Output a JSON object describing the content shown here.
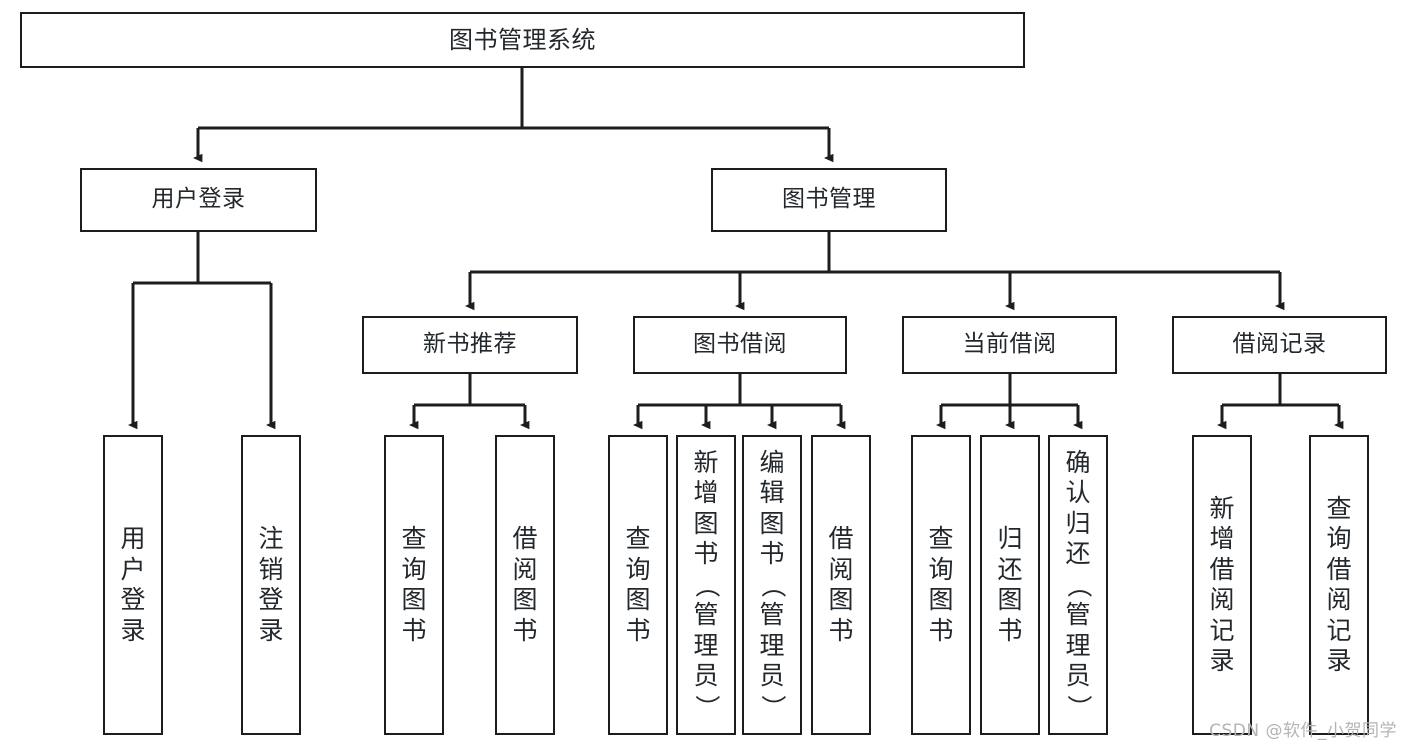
{
  "diagram": {
    "type": "tree",
    "title": "图书管理系统",
    "root": {
      "label": "图书管理系统"
    },
    "level2": [
      {
        "label": "用户登录"
      },
      {
        "label": "图书管理"
      }
    ],
    "level3": [
      {
        "label": "新书推荐"
      },
      {
        "label": "图书借阅"
      },
      {
        "label": "当前借阅"
      },
      {
        "label": "借阅记录"
      }
    ],
    "leaves": {
      "user_login": [
        {
          "label": "用户登录"
        },
        {
          "label": "注销登录"
        }
      ],
      "new_book_recommend": [
        {
          "label": "查询图书"
        },
        {
          "label": "借阅图书"
        }
      ],
      "book_borrow": [
        {
          "label": "查询图书"
        },
        {
          "label": "新增图书（管理员）"
        },
        {
          "label": "编辑图书（管理员）"
        },
        {
          "label": "借阅图书"
        }
      ],
      "current_borrow": [
        {
          "label": "查询图书"
        },
        {
          "label": "归还图书"
        },
        {
          "label": "确认归还（管理员）"
        }
      ],
      "borrow_record": [
        {
          "label": "新增借阅记录"
        },
        {
          "label": "查询借阅记录"
        }
      ]
    },
    "colors": {
      "stroke": "#1d1d1d",
      "fill": "#ffffff",
      "text": "#23282d",
      "watermark": "#b4b4b4"
    }
  },
  "watermark": {
    "text": "CSDN @软件_小贺同学"
  }
}
